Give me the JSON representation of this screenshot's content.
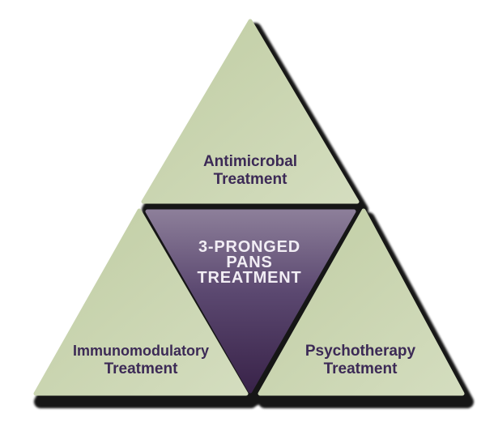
{
  "diagram": {
    "name": "3-Pronged PANS Treatment pyramid",
    "center_triangle": {
      "lines": [
        "3-PRONGED",
        "PANS",
        "TREATMENT"
      ],
      "text_color": "#f1edf4",
      "fill_top": "#8c7e99",
      "fill_mid": "#5b4870",
      "fill_bottom": "#392349"
    },
    "top_triangle": {
      "lines": [
        "Antimicrobal",
        "Treatment"
      ]
    },
    "left_triangle": {
      "lines": [
        "Immunomodulatory",
        "Treatment"
      ]
    },
    "right_triangle": {
      "lines": [
        "Psychotherapy",
        "Treatment"
      ]
    },
    "colors": {
      "green_light": "#d4ddbf",
      "green_dark": "#c0cda3",
      "label_text": "#3c2a56",
      "shadow": "#141414",
      "background": "#ffffff"
    }
  }
}
